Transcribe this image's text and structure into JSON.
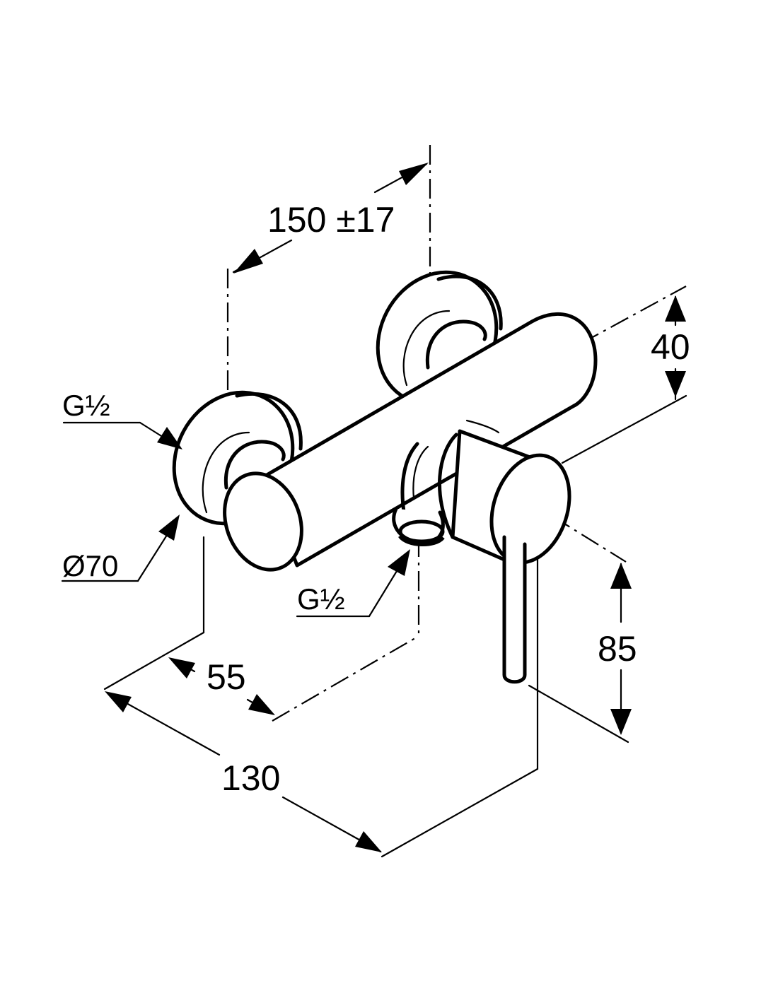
{
  "dimensions": {
    "spacing": "150 ±17",
    "height_top": "40",
    "thread_left": "G½",
    "diameter": "Ø70",
    "thread_bottom": "G½",
    "depth_inner": "55",
    "depth_outer": "130",
    "lever_height": "85"
  }
}
